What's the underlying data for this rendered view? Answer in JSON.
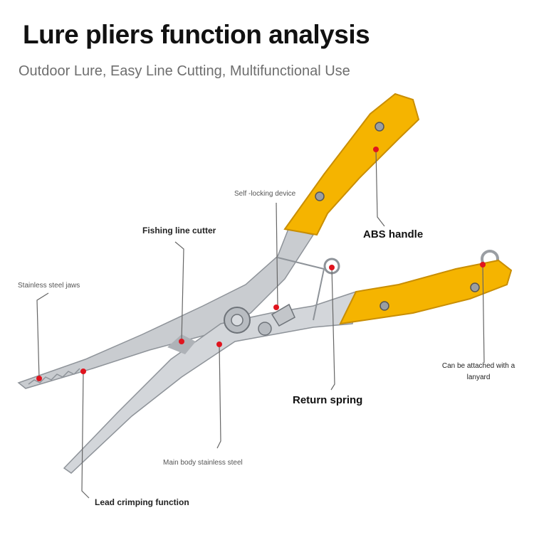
{
  "title": "Lure pliers function analysis",
  "subtitle": "Outdoor Lure, Easy Line Cutting, Multifunctional Use",
  "colors": {
    "handle": "#F5B400",
    "handle_shadow": "#C98E00",
    "steel": "#C9CCD0",
    "steel_dark": "#8E9399",
    "marker": "#E0141E",
    "leader": "#666666"
  },
  "callouts": {
    "self_locking": "Self -locking device",
    "line_cutter": "Fishing line cutter",
    "abs_handle": "ABS handle",
    "jaws": "Stainless steel jaws",
    "lanyard": "Can be attached with a lanyard",
    "return_spring": "Return spring",
    "main_body": "Main body stainless steel",
    "lead_crimping": "Lead crimping function"
  }
}
